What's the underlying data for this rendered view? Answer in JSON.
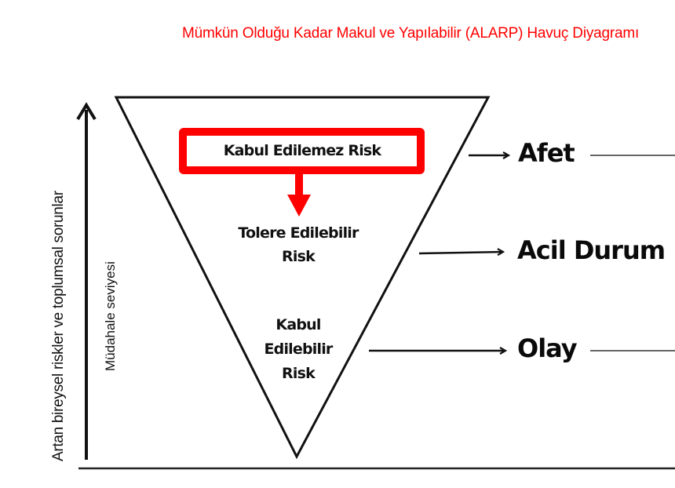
{
  "title": "Mümkün Olduğu Kadar Makul ve Yapılabilir (ALARP) Havuç Diyagramı",
  "axis": {
    "outer_label": "Artan bireysel riskler ve toplumsal sorunlar",
    "inner_label": "Müdahale seviyesi"
  },
  "zones": [
    {
      "lines": [
        "Kabul Edilemez Risk"
      ],
      "highlighted": true
    },
    {
      "lines": [
        "Tolere Edilebilir",
        "Risk"
      ],
      "highlighted": false
    },
    {
      "lines": [
        "Kabul",
        "Edilebilir",
        "Risk"
      ],
      "highlighted": false
    }
  ],
  "outcomes": [
    {
      "label": "Afet"
    },
    {
      "label": "Acil Durum"
    },
    {
      "label": "Olay"
    }
  ],
  "colors": {
    "title": "#ff0000",
    "highlight": "#ff0000",
    "lines": "#111111"
  }
}
